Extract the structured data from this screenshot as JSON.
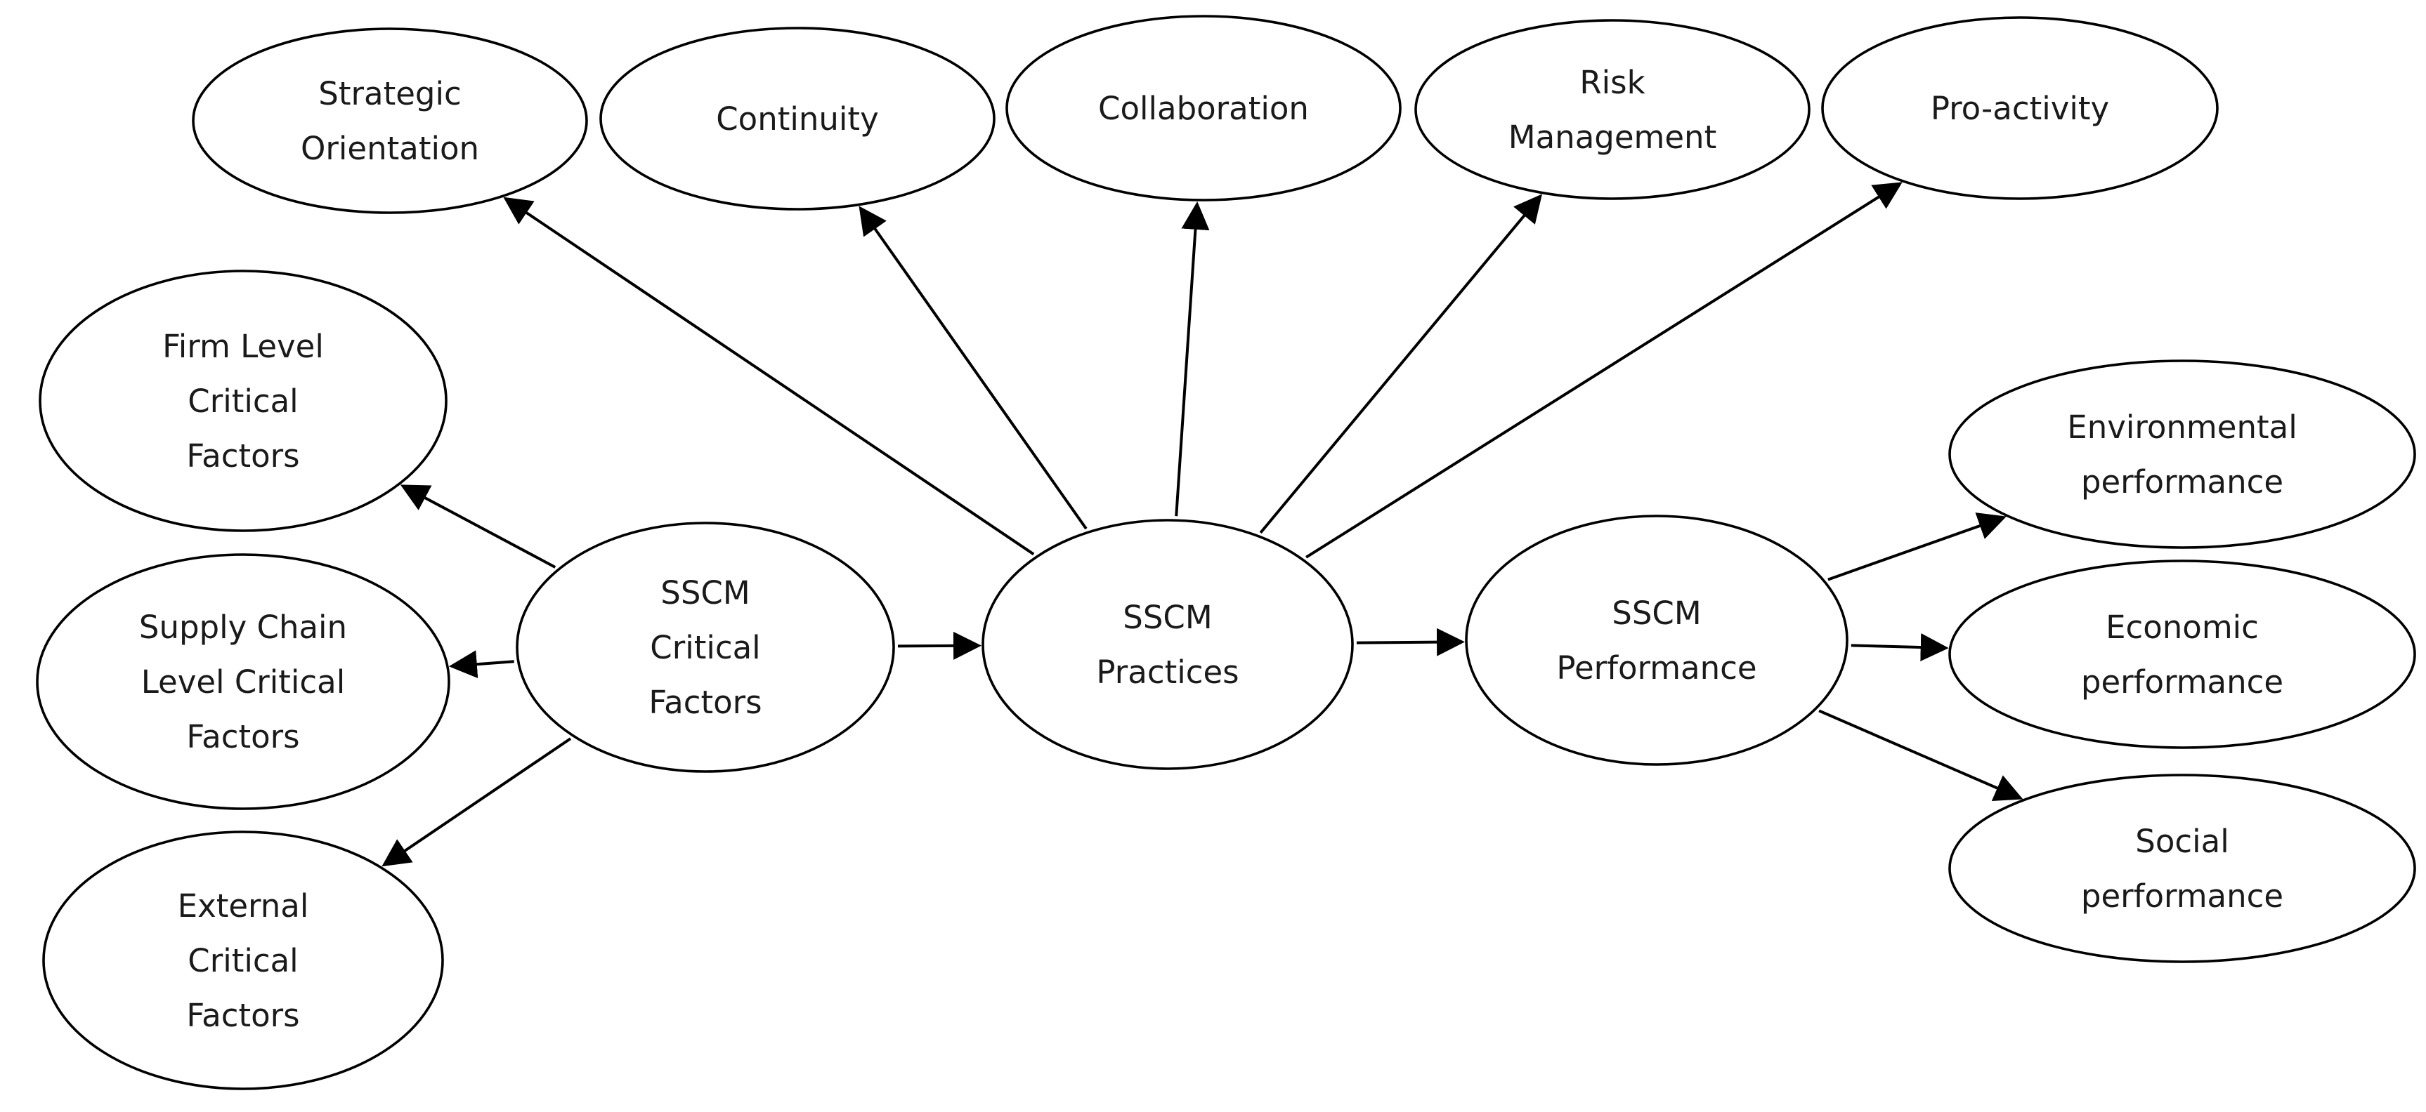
{
  "nodes": [
    {
      "id": "strategic",
      "lines": [
        "Strategic",
        "Orientation"
      ]
    },
    {
      "id": "continuity",
      "lines": [
        "Continuity"
      ]
    },
    {
      "id": "collaboration",
      "lines": [
        "Collaboration"
      ]
    },
    {
      "id": "risk",
      "lines": [
        "Risk",
        "Management"
      ]
    },
    {
      "id": "proactivity",
      "lines": [
        "Pro-activity"
      ]
    },
    {
      "id": "firm",
      "lines": [
        "Firm Level",
        "Critical",
        "Factors"
      ]
    },
    {
      "id": "supply",
      "lines": [
        "Supply Chain",
        "Level Critical",
        "Factors"
      ]
    },
    {
      "id": "external",
      "lines": [
        "External",
        "Critical",
        "Factors"
      ]
    },
    {
      "id": "critical",
      "lines": [
        "SSCM",
        "Critical",
        "Factors"
      ]
    },
    {
      "id": "practices",
      "lines": [
        "SSCM",
        "Practices"
      ]
    },
    {
      "id": "performance",
      "lines": [
        "SSCM",
        "Performance"
      ]
    },
    {
      "id": "environmental",
      "lines": [
        "Environmental",
        "performance"
      ]
    },
    {
      "id": "economic",
      "lines": [
        "Economic",
        "performance"
      ]
    },
    {
      "id": "social",
      "lines": [
        "Social",
        "performance"
      ]
    }
  ],
  "edges": [
    {
      "from": "critical",
      "to": "firm"
    },
    {
      "from": "critical",
      "to": "supply"
    },
    {
      "from": "critical",
      "to": "external"
    },
    {
      "from": "critical",
      "to": "practices"
    },
    {
      "from": "practices",
      "to": "strategic"
    },
    {
      "from": "practices",
      "to": "continuity"
    },
    {
      "from": "practices",
      "to": "collaboration"
    },
    {
      "from": "practices",
      "to": "risk"
    },
    {
      "from": "practices",
      "to": "proactivity"
    },
    {
      "from": "practices",
      "to": "performance"
    },
    {
      "from": "performance",
      "to": "environmental"
    },
    {
      "from": "performance",
      "to": "economic"
    },
    {
      "from": "performance",
      "to": "social"
    }
  ]
}
